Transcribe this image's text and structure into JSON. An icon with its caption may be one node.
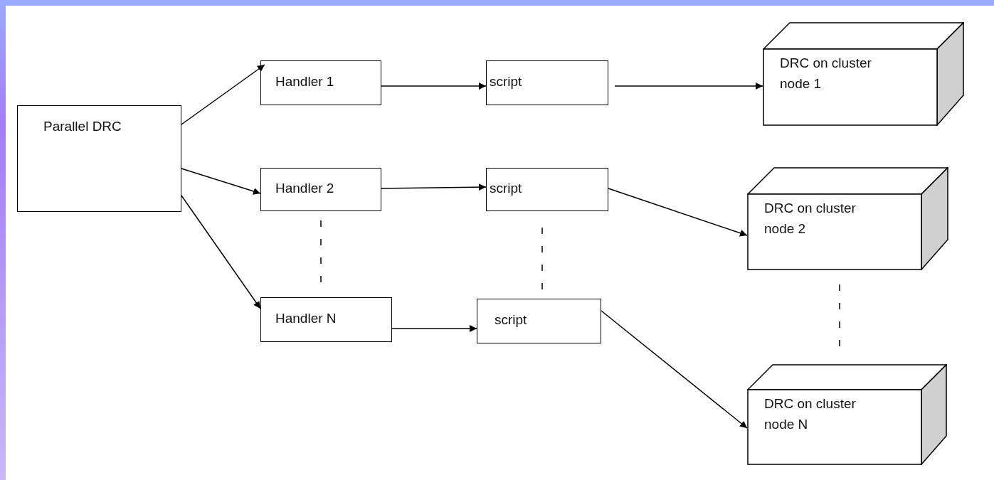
{
  "diagram": {
    "nodes": [
      {
        "text": [
          "Parallel DRC"
        ]
      },
      {
        "text": [
          "Handler 1"
        ]
      },
      {
        "text": [
          "script"
        ]
      },
      {
        "text": [
          "DRC on cluster node 1"
        ]
      },
      {
        "text": [
          "Handler 2"
        ]
      },
      {
        "text": [
          "script"
        ]
      },
      {
        "text": [
          "DRC on cluster node 2"
        ]
      },
      {
        "text": [
          "Handler N"
        ]
      },
      {
        "text": [
          "script"
        ]
      },
      {
        "text": [
          "DRC on cluster node N"
        ]
      }
    ],
    "edges": [
      {
        "from": 0,
        "to": 1,
        "arrow": "to"
      },
      {
        "from": 0,
        "to": 4,
        "arrow": "to"
      },
      {
        "from": 0,
        "to": 7,
        "arrow": "to"
      },
      {
        "from": 1,
        "to": 2,
        "arrow": "to"
      },
      {
        "from": 2,
        "to": 3,
        "arrow": "to"
      },
      {
        "from": 4,
        "to": 5,
        "arrow": "to"
      },
      {
        "from": 5,
        "to": 6,
        "arrow": "to"
      },
      {
        "from": 7,
        "to": 8,
        "arrow": "to"
      },
      {
        "from": 8,
        "to": 9,
        "arrow": "to"
      }
    ]
  }
}
